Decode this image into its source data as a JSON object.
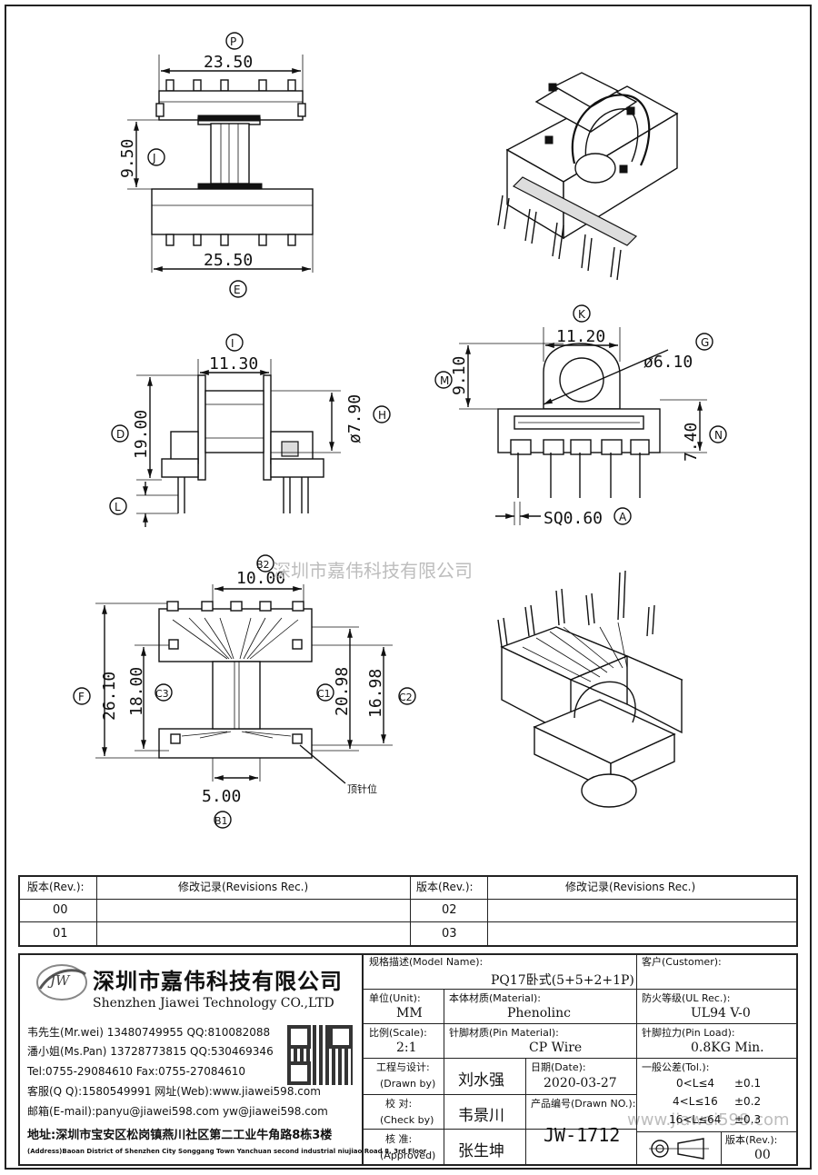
{
  "dimensions": {
    "top_view": {
      "p": "23.50",
      "p_tag": "P",
      "j": "9.50",
      "j_tag": "J",
      "e": "25.50",
      "e_tag": "E"
    },
    "side_view": {
      "i": "11.30",
      "i_tag": "I",
      "d": "19.00",
      "d_tag": "D",
      "h": "7.90",
      "h_tag": "H",
      "h_prefix": "ø",
      "l_tag": "L"
    },
    "end_view": {
      "k": "11.20",
      "k_tag": "K",
      "g": "6.10",
      "g_tag": "G",
      "g_prefix": "ø",
      "m": "9.10",
      "m_tag": "M",
      "n": "7.40",
      "n_tag": "N",
      "a": "SQ0.60",
      "a_tag": "A"
    },
    "bottom_view": {
      "b2": "10.00",
      "b2_tag": "B2",
      "f": "26.10",
      "f_tag": "F",
      "c3": "18.00",
      "c3_tag": "C3",
      "c1": "20.98",
      "c1_tag": "C1",
      "c2": "16.98",
      "c2_tag": "C2",
      "b1": "5.00",
      "b1_tag": "B1",
      "pin_note": "顶针位"
    }
  },
  "watermark": "深圳市嘉伟科技有限公司",
  "watermark2": "www.jiawei598.com",
  "revisions": {
    "col_rev": "版本(Rev.):",
    "col_rec": "修改记录(Revisions Rec.)",
    "rows": [
      [
        "00",
        "02"
      ],
      [
        "01",
        "03"
      ]
    ]
  },
  "company": {
    "logo_text": "JW",
    "name_cn": "深圳市嘉伟科技有限公司",
    "name_en": "Shenzhen Jiawei Technology CO.,LTD",
    "contacts": [
      "韦先生(Mr.wei) 13480749955 QQ:810082088",
      "潘小姐(Ms.Pan) 13728773815 QQ:530469346",
      "Tel:0755-29084610      Fax:0755-27084610",
      "客服(Q Q):1580549991  网址(Web):www.jiawei598.com",
      "邮箱(E-mail):panyu@jiawei598.com  yw@jiawei598.com"
    ],
    "address_cn": "地址:深圳市宝安区松岗镇燕川社区第二工业牛角路8栋3楼",
    "address_en": "(Address)Baoan District of Shenzhen City Songgang Town Yanchuan  second industrial niujiao Road 8, 3rd Floor"
  },
  "title_block": {
    "model_label": "规格描述(Model Name):",
    "model_value": "PQ17卧式(5+5+2+1P)",
    "customer_label": "客户(Customer):",
    "customer_value": "",
    "unit_label": "单位(Unit):",
    "unit_value": "MM",
    "material_label": "本体材质(Material):",
    "material_value": "Phenolinc",
    "ul_label": "防火等级(UL Rec.):",
    "ul_value": "UL94 V-0",
    "scale_label": "比例(Scale):",
    "scale_value": "2:1",
    "pin_material_label": "针脚材质(Pin Material):",
    "pin_material_value": "CP Wire",
    "pin_load_label": "针脚拉力(Pin Load):",
    "pin_load_value": "0.8KG Min.",
    "drawn_label": "工程与设计:",
    "drawn_label_en": "(Drawn by)",
    "drawn_value": "刘水强",
    "date_label": "日期(Date):",
    "date_value": "2020-03-27",
    "check_label": "校  对:",
    "check_label_en": "(Check by)",
    "check_value": "韦景川",
    "drawn_no_label": "产品编号(Drawn NO.):",
    "drawn_no_value": "JW-1712",
    "approve_label": "核  准:",
    "approve_label_en": "(Approved)",
    "approve_value": "张生坤",
    "tol_label": "一般公差(Tol.):",
    "tol_rows": [
      [
        "0<L≤4",
        "±0.1"
      ],
      [
        "4<L≤16",
        "±0.2"
      ],
      [
        "16<L≤64",
        "±0.3"
      ]
    ],
    "rev_label": "版本(Rev.):",
    "rev_value": "00"
  }
}
